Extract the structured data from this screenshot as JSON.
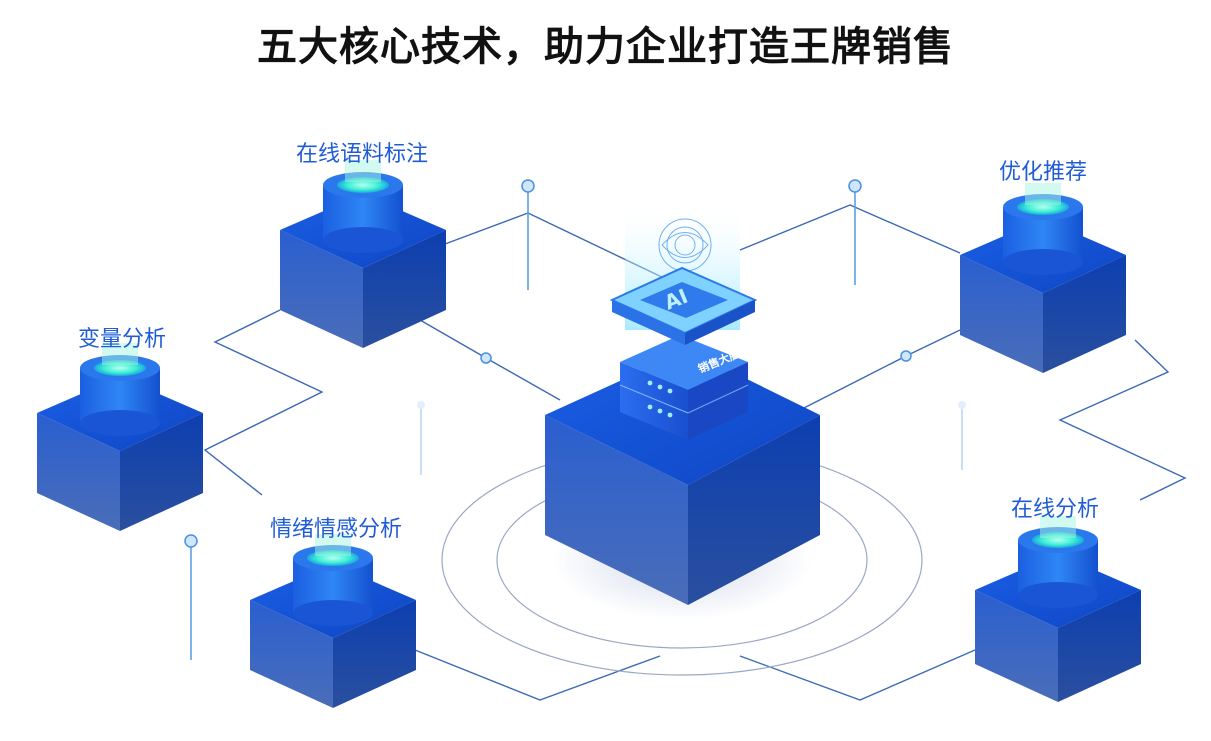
{
  "title": "五大核心技术，助力企业打造王牌销售",
  "center": {
    "chip_label": "AI",
    "server_label": "销售大脑"
  },
  "nodes": [
    {
      "label": "在线语料标注"
    },
    {
      "label": "优化推荐"
    },
    {
      "label": "变量分析"
    },
    {
      "label": "情绪情感分析"
    },
    {
      "label": "在线分析"
    }
  ],
  "colors": {
    "title": "#111111",
    "label": "#1f5cd6",
    "cube_top": "#1a5ad8",
    "cube_left": "#1e4fb8",
    "cube_right": "#0f3b9c",
    "cylinder": "#2a7cf0",
    "glow": "#43f0d6",
    "line": "#1a4fa8"
  }
}
